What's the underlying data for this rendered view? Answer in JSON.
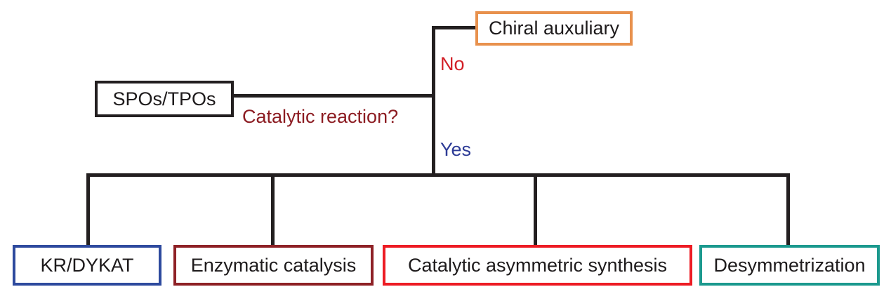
{
  "diagram": {
    "root": {
      "label": "SPOs/TPOs",
      "border_color": "#231f20"
    },
    "question": {
      "text": "Catalytic reaction?",
      "color": "#8c1c22"
    },
    "branch_no": {
      "label": "No",
      "color": "#d21f27",
      "target": {
        "label": "Chiral auxuliary",
        "border_color": "#e8914d"
      }
    },
    "branch_yes": {
      "label": "Yes",
      "color": "#2d3b96",
      "targets": [
        {
          "label": "KR/DYKAT",
          "border_color": "#2e4a9e"
        },
        {
          "label": "Enzymatic catalysis",
          "border_color": "#8e2126"
        },
        {
          "label": "Catalytic asymmetric synthesis",
          "border_color": "#ed1c24"
        },
        {
          "label": "Desymmetrization",
          "border_color": "#1b998e"
        }
      ]
    },
    "line_color": "#231f20",
    "text_color": "#1d1a1b"
  }
}
